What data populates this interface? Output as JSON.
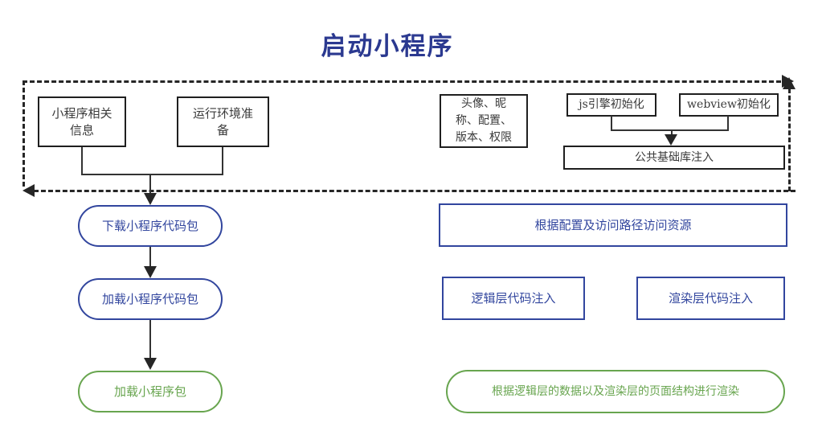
{
  "title": "启动小程序",
  "colors": {
    "blue": "#32469e",
    "green": "#68a54f",
    "line": "#333333",
    "title_blue": "#2b3990",
    "box_border": "#1f1f1f"
  },
  "preparation_group": {
    "mini_program_info": "小程序相关\n信息",
    "runtime_env": "运行环境准\n备",
    "profile_config": "头像、昵\n称、配置、\n版本、权限",
    "js_engine_init": "js引擎初始化",
    "webview_init": "webview初始化",
    "base_lib_inject": "公共基础库注入"
  },
  "left_flow": {
    "download_pkg": "下载小程序代码包",
    "load_code_pkg": "加载小程序代码包",
    "load_pkg": "加载小程序包"
  },
  "right_flow": {
    "access_resource": "根据配置及访问路径访问资源",
    "logic_inject": "逻辑层代码注入",
    "render_inject": "渲染层代码注入",
    "final_render": "根据逻辑层的数据以及渲染层的页面结构进行渲染"
  }
}
